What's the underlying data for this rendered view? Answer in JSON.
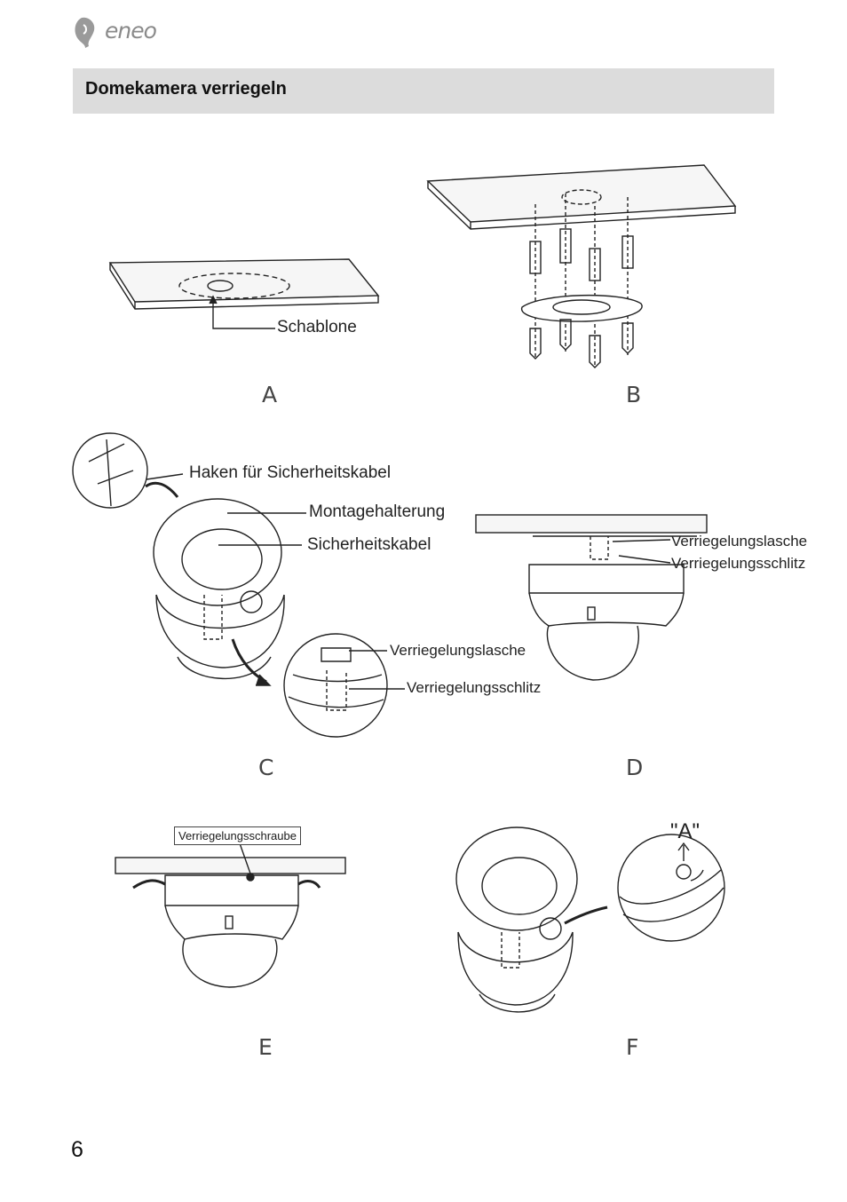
{
  "brand": {
    "name": "eneo"
  },
  "section": {
    "title": "Domekamera verriegeln"
  },
  "figures": {
    "A": {
      "letter": "A",
      "label_template": "Schablone"
    },
    "B": {
      "letter": "B"
    },
    "C": {
      "letter": "C",
      "label_hook": "Haken für Sicherheitskabel",
      "label_bracket": "Montagehalterung",
      "label_cable": "Sicherheitskabel",
      "label_tab": "Verriegelungslasche",
      "label_slot": "Verriegelungsschlitz"
    },
    "D": {
      "letter": "D",
      "label_tab": "Verriegelungslasche",
      "label_slot": "Verriegelungsschlitz"
    },
    "E": {
      "letter": "E",
      "label_screw": "Verriegelungsschraube"
    },
    "F": {
      "letter": "F",
      "detail_label": "\"A\""
    }
  },
  "page": {
    "number": "6"
  }
}
